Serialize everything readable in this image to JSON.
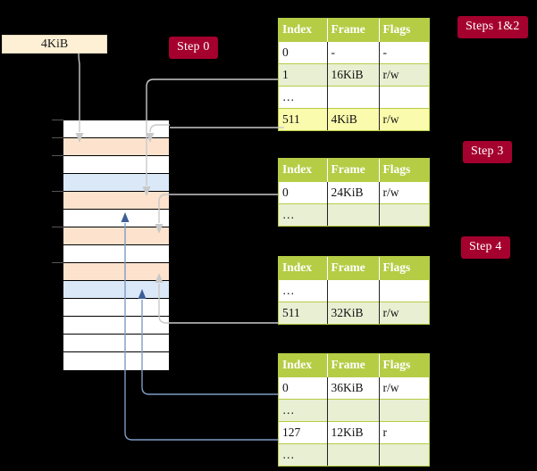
{
  "diagram": {
    "title_badges": [
      {
        "id": "steps12",
        "label": "Steps 1&2"
      },
      {
        "id": "step0",
        "label": "Step 0"
      },
      {
        "id": "step3",
        "label": "Step 3"
      },
      {
        "id": "step4",
        "label": "Step 4"
      }
    ],
    "source_box": {
      "label": "4KiB"
    },
    "memory_column": {
      "rows": [
        {
          "index": 0,
          "color": "white"
        },
        {
          "index": 1,
          "color": "orange"
        },
        {
          "index": 2,
          "color": "white"
        },
        {
          "index": 3,
          "color": "blue"
        },
        {
          "index": 4,
          "color": "orange"
        },
        {
          "index": 5,
          "color": "white"
        },
        {
          "index": 6,
          "color": "orange"
        },
        {
          "index": 7,
          "color": "white"
        },
        {
          "index": 8,
          "color": "orange"
        },
        {
          "index": 9,
          "color": "blue"
        },
        {
          "index": 10,
          "color": "white"
        },
        {
          "index": 11,
          "color": "white"
        },
        {
          "index": 12,
          "color": "white"
        },
        {
          "index": 13,
          "color": "white"
        }
      ]
    },
    "tables": [
      {
        "id": "table-1",
        "headers": [
          "Index",
          "Frame",
          "Flags"
        ],
        "rows": [
          {
            "style": "plain",
            "cells": [
              "0",
              "-",
              "-"
            ],
            "highlight": [
              false,
              false,
              false
            ]
          },
          {
            "style": "alt",
            "cells": [
              "1",
              "16KiB",
              "r/w"
            ],
            "highlight": [
              false,
              false,
              false
            ]
          },
          {
            "style": "plain",
            "cells": [
              "…",
              "",
              ""
            ],
            "highlight": [
              false,
              false,
              false
            ]
          },
          {
            "style": "alt",
            "cells": [
              "511",
              "4KiB",
              "r/w"
            ],
            "highlight": [
              true,
              true,
              true
            ]
          }
        ]
      },
      {
        "id": "table-2",
        "headers": [
          "Index",
          "Frame",
          "Flags"
        ],
        "rows": [
          {
            "style": "plain",
            "cells": [
              "0",
              "24KiB",
              "r/w"
            ],
            "highlight": [
              false,
              false,
              false
            ]
          },
          {
            "style": "alt",
            "cells": [
              "…",
              "",
              ""
            ],
            "highlight": [
              false,
              false,
              false
            ]
          }
        ]
      },
      {
        "id": "table-3",
        "headers": [
          "Index",
          "Frame",
          "Flags"
        ],
        "rows": [
          {
            "style": "plain",
            "cells": [
              "…",
              "",
              ""
            ],
            "highlight": [
              false,
              false,
              false
            ]
          },
          {
            "style": "alt",
            "cells": [
              "511",
              "32KiB",
              "r/w"
            ],
            "highlight": [
              false,
              false,
              false
            ]
          }
        ]
      },
      {
        "id": "table-4",
        "headers": [
          "Index",
          "Frame",
          "Flags"
        ],
        "rows": [
          {
            "style": "plain",
            "cells": [
              "0",
              "36KiB",
              "r/w"
            ],
            "highlight": [
              false,
              false,
              false
            ]
          },
          {
            "style": "alt",
            "cells": [
              "…",
              "",
              ""
            ],
            "highlight": [
              false,
              false,
              false
            ]
          },
          {
            "style": "plain",
            "cells": [
              "127",
              "12KiB",
              "r"
            ],
            "highlight": [
              false,
              false,
              false
            ]
          },
          {
            "style": "alt",
            "cells": [
              "…",
              "",
              ""
            ],
            "highlight": [
              false,
              false,
              false
            ]
          }
        ]
      }
    ],
    "colors": {
      "background": "#000000",
      "badge": "#a5012e",
      "table_header": "#b5cc45",
      "table_alt_row": "#e9efd3",
      "highlight": "#fbfbad",
      "source_box": "#fdf0d5",
      "mem_orange": "#fde3cd",
      "mem_blue": "#dbe8f7",
      "wire_gray": "#c9c9c9",
      "wire_blue": "#7d9cc4"
    }
  }
}
